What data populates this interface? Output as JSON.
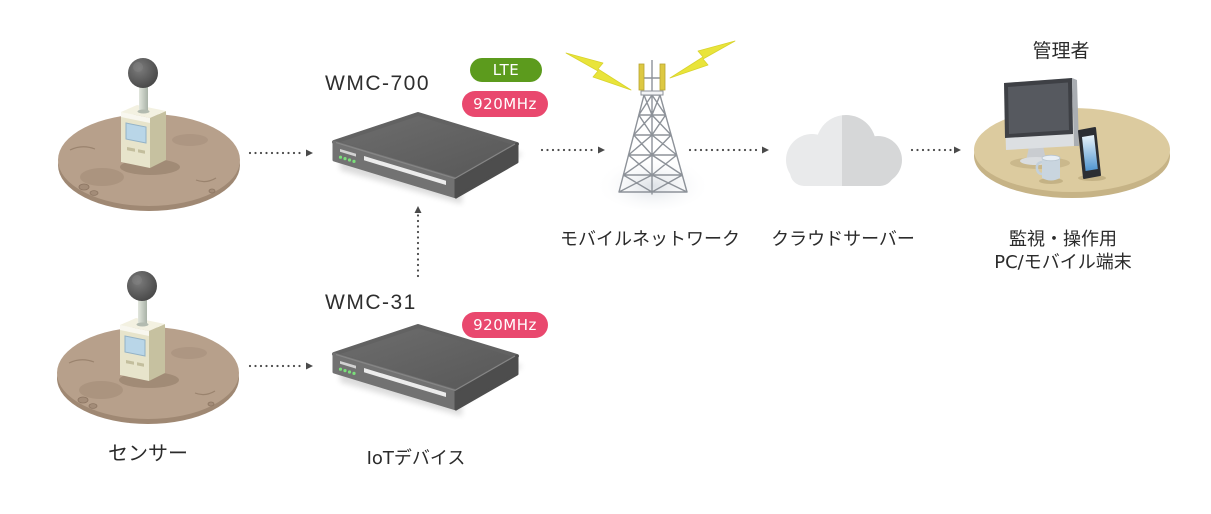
{
  "diagram": {
    "sensor_label": "センサー",
    "iot_device_label": "IoTデバイス",
    "mobile_network_label": "モバイルネットワーク",
    "cloud_server_label": "クラウドサーバー",
    "admin_label": "管理者",
    "terminal_label": [
      "監視・操作用",
      "PC/モバイル端末"
    ]
  },
  "devices": [
    {
      "name": "WMC-700",
      "badges": [
        {
          "text": "LTE",
          "color": "#5c9b1d"
        },
        {
          "text": "920MHz",
          "color": "#e9486e"
        }
      ]
    },
    {
      "name": "WMC-31",
      "badges": [
        {
          "text": "920MHz",
          "color": "#e9486e"
        }
      ]
    }
  ],
  "icons": {
    "sensor": "sound-level-meter-icon",
    "iot_device": "router-icon",
    "mobile_network": "cell-tower-icon",
    "signal": "lightning-icon",
    "cloud_server": "cloud-icon",
    "terminal": "desktop-monitor-icon",
    "mobile_terminal": "smartphone-icon",
    "flow": "dotted-arrow-icon"
  },
  "colors": {
    "text": "#2b2b2b",
    "arrow": "#4a4a4a",
    "sensor_platform": "#b7a08b",
    "admin_platform": "#dccb9f",
    "signal": "#e9e43a",
    "cloud_light": "#e9eaeb",
    "cloud_dark": "#d6d7d8",
    "device_body": "#616161"
  }
}
